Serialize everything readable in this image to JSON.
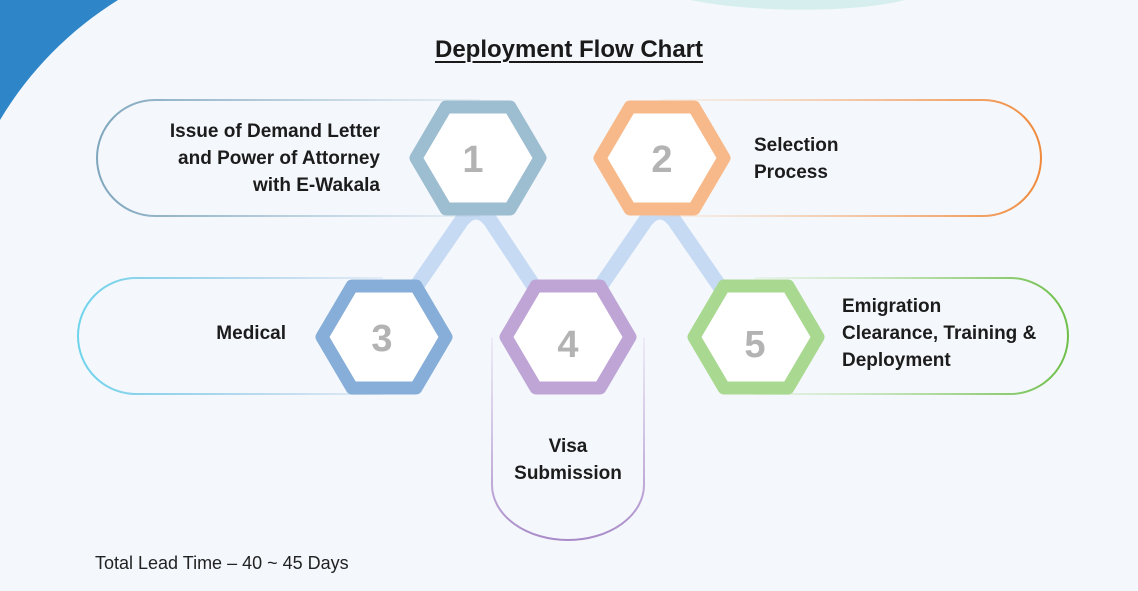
{
  "title": "Deployment Flow Chart",
  "colors": {
    "step1": "#9dbdd0",
    "step2": "#f7b989",
    "step3": "#87aed8",
    "step4": "#bfa5d6",
    "step5": "#a9d890",
    "connector": "#c6daf3",
    "background": "#f4f8fc"
  },
  "steps": [
    {
      "number": "1",
      "label": "Issue of Demand Letter\nand Power of Attorney\nwith E-Wakala"
    },
    {
      "number": "2",
      "label": "Selection\nProcess"
    },
    {
      "number": "3",
      "label": "Medical"
    },
    {
      "number": "4",
      "label": "Visa\nSubmission"
    },
    {
      "number": "5",
      "label": "Emigration\nClearance, Training &\nDeployment"
    }
  ],
  "footer": "Total Lead Time – 40 ~ 45 Days"
}
